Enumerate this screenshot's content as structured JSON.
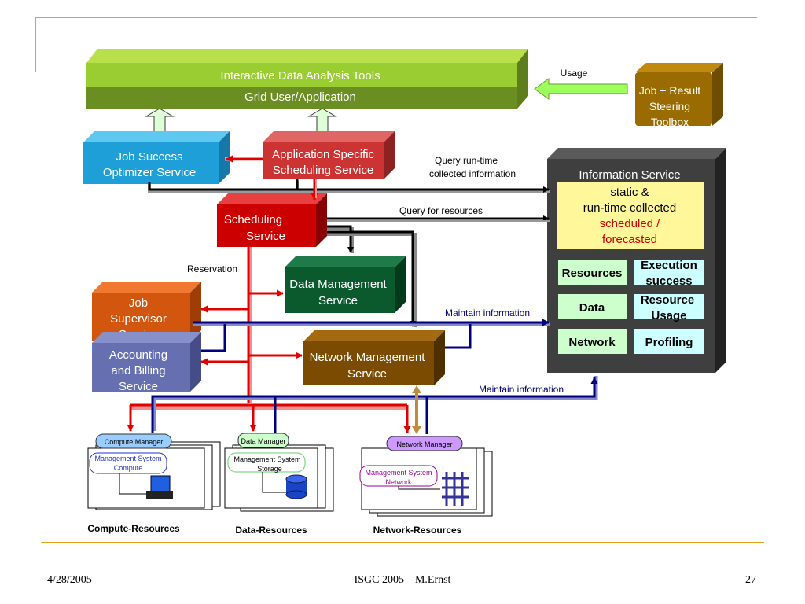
{
  "boxes": {
    "interactive_tools": "Interactive Data Analysis Tools",
    "grid_user": "Grid User/Application",
    "steering_l1": "Job + Result",
    "steering_l2": "Steering",
    "steering_l3": "Toolbox",
    "job_success_l1": "Job Success",
    "job_success_l2": "Optimizer Service",
    "app_sched_l1": "Application Specific",
    "app_sched_l2": "Scheduling Service",
    "sched_l1": "Scheduling",
    "sched_l2": "Service",
    "data_mgmt_l1": "Data Management",
    "data_mgmt_l2": "Service",
    "job_sup_l1": "Job",
    "job_sup_l2": "Supervisor",
    "job_sup_l3": "Service",
    "accounting_l1": "Accounting",
    "accounting_l2": "and Billing",
    "accounting_l3": "Service",
    "net_mgmt_l1": "Network Management",
    "net_mgmt_l2": "Service"
  },
  "info_service": {
    "title": "Information Service",
    "line1": "static &",
    "line2": "run-time collected",
    "line3": "scheduled /",
    "line4": "forecasted",
    "cells": {
      "resources": "Resources",
      "execution_l1": "Execution",
      "execution_l2": "success",
      "data": "Data",
      "resource_usage_l1": "Resource",
      "resource_usage_l2": "Usage",
      "network": "Network",
      "profiling": "Profiling"
    }
  },
  "labels": {
    "usage": "Usage",
    "query_runtime_l1": "Query run-time",
    "query_runtime_l2": "collected information",
    "query_resources": "Query for resources",
    "reservation": "Reservation",
    "maintain_1": "Maintain information",
    "maintain_2": "Maintain information"
  },
  "resources": {
    "compute_manager": "Compute Manager",
    "compute_ms_l1": "Management System",
    "compute_ms_l2": "Compute",
    "data_manager": "Data Manager",
    "data_ms_l1": "Management System",
    "data_ms_l2": "Storage",
    "network_manager": "Network Manager",
    "network_ms_l1": "Management System",
    "network_ms_l2": "Network",
    "compute_resources": "Compute-Resources",
    "data_resources": "Data-Resources",
    "network_resources": "Network-Resources"
  },
  "footer": {
    "date": "4/28/2005",
    "center": "ISGC 2005    M.Ernst",
    "page": "27"
  },
  "colors": {
    "accent_line": "#E3A21A",
    "green_top": "#9ACD32",
    "green_bottom": "#6B8E23",
    "job_success": "#1E9FD8",
    "app_sched": "#CC3333",
    "sched": "#CC0000",
    "data_mgmt": "#0B5A2E",
    "job_sup": "#D2560E",
    "accounting": "#6670B0",
    "net_mgmt": "#7A4B00",
    "steering": "#9A6B00",
    "info_service": "#3F3F3F",
    "info_yellow": "#FFF79A",
    "cell_green": "#CCFFCC",
    "cell_cyan": "#CCFFFF"
  }
}
